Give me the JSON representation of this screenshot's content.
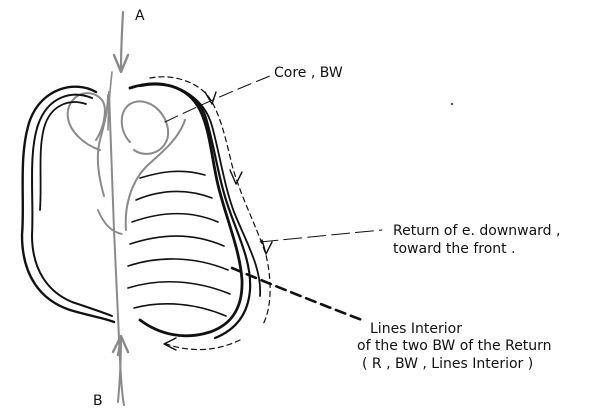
{
  "labels": {
    "a": "A",
    "b": "B",
    "core": "Core , BW",
    "return_line1": "Return of e. downward ,",
    "return_line2": "toward the front .",
    "interior_line1": "Lines Interior",
    "interior_line2": "of the two BW of the Return",
    "interior_line3": "( R , BW , Lines Interior )"
  },
  "colors": {
    "ink": "#111111",
    "axis": "#8a8a8a",
    "background": "#ffffff"
  }
}
